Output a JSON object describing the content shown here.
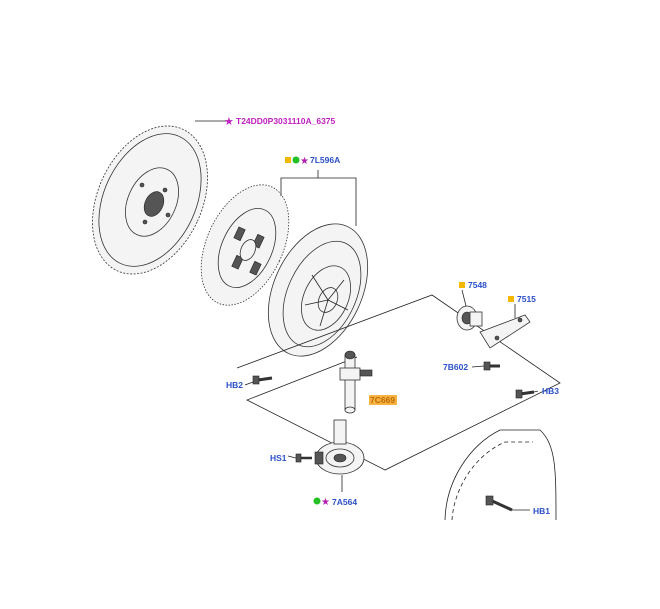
{
  "colors": {
    "label_blue": "#2b50c8",
    "title_magenta": "#c020c0",
    "star_magenta": "#b020b0",
    "marker_yellow": "#f5b800",
    "marker_green": "#22c022",
    "highlight_orange": "#f5a623"
  },
  "diagram": {
    "title": "T24DD0P3031110A_6375",
    "labels": {
      "clutch_kit": "7L596A",
      "bearing": "7548",
      "fork": "7515",
      "fork_bolt": "7B602",
      "slave_cylinder": "7C669",
      "release_bearing": "7A564",
      "bolt_hb1": "HB1",
      "bolt_hb2": "HB2",
      "bolt_hb3": "HB3",
      "screw_hs1": "HS1"
    },
    "icons": [
      "star-icon",
      "yellow-square-icon",
      "green-circle-icon"
    ]
  }
}
